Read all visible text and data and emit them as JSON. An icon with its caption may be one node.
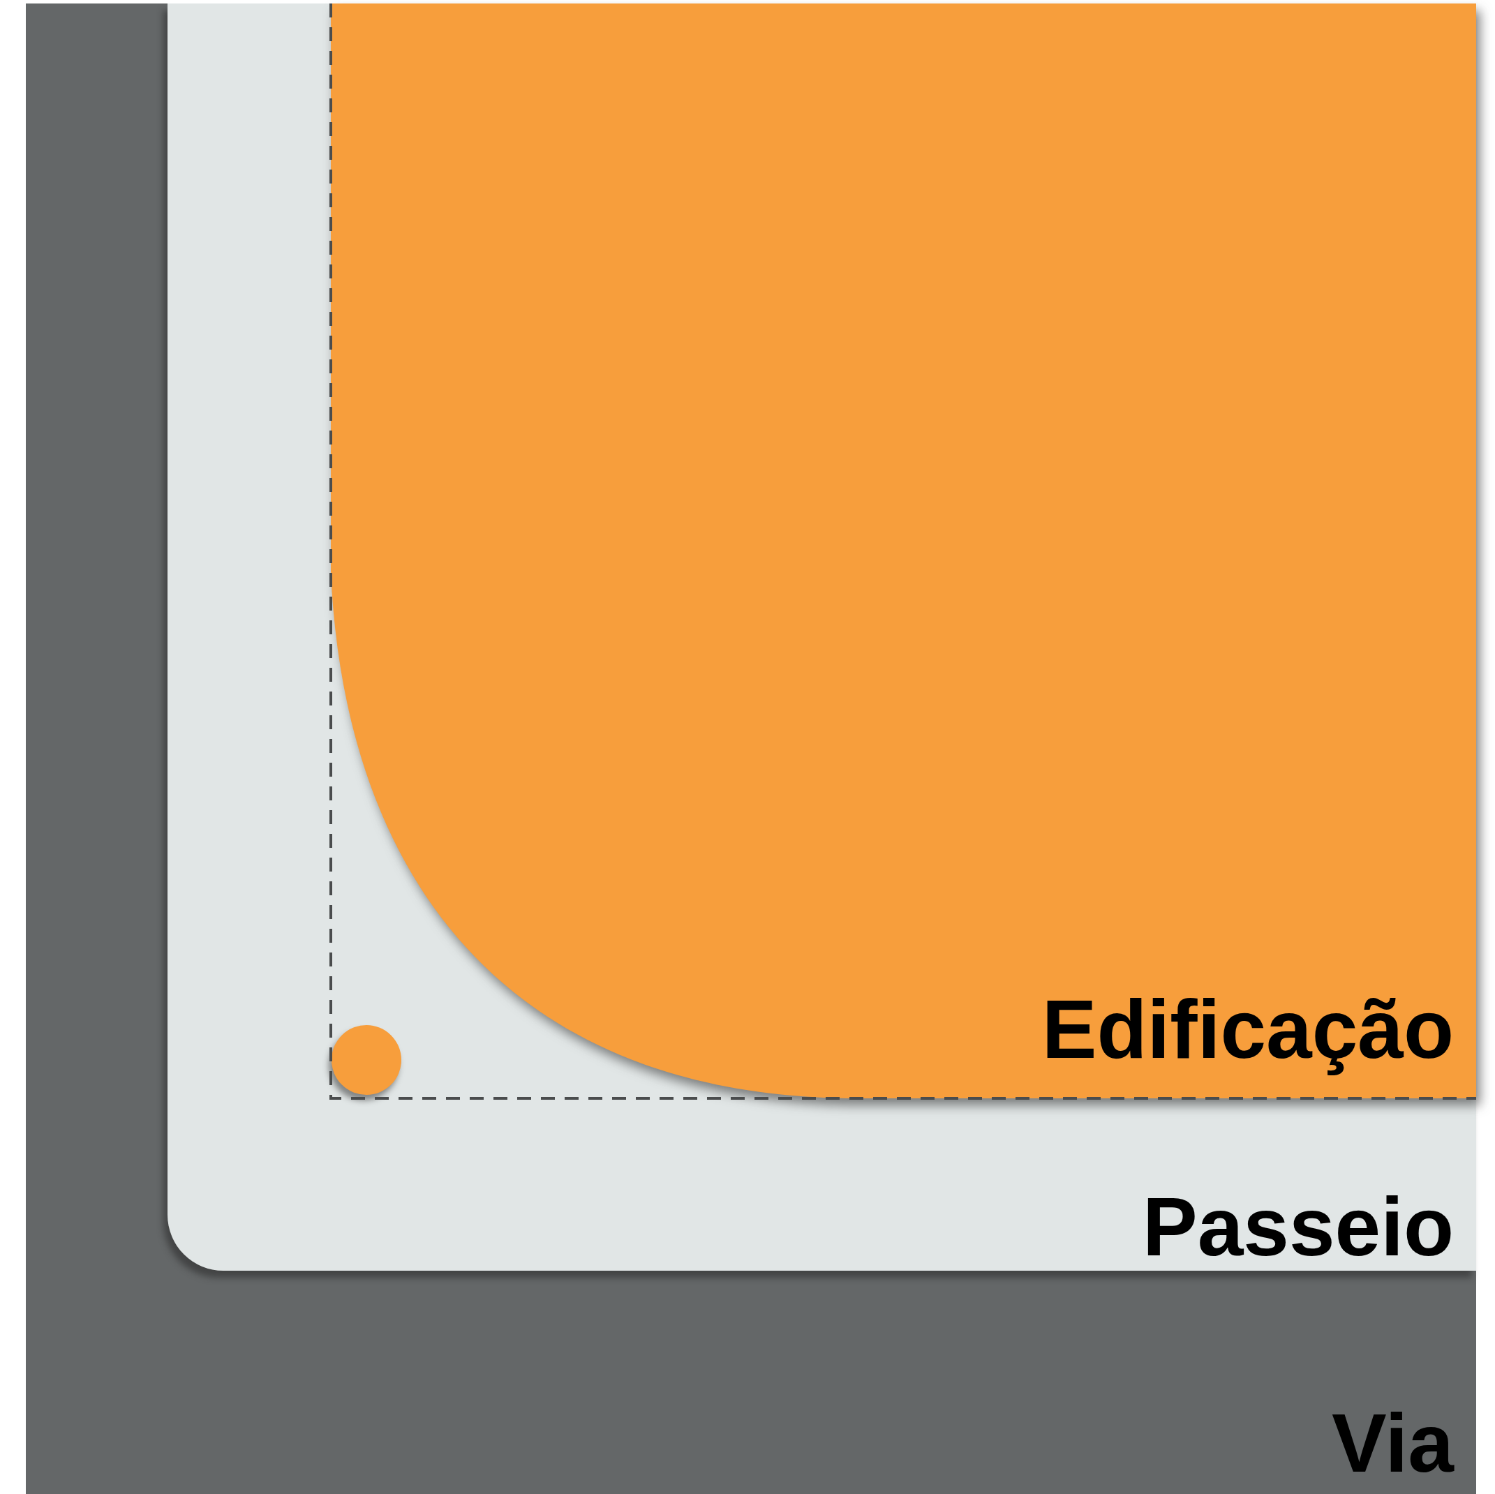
{
  "diagram": {
    "nodes": [
      {
        "text": [
          "Via"
        ]
      },
      {
        "text": [
          "Passeio"
        ],
        "in": 0
      },
      {
        "text": [
          "Edificação"
        ],
        "in": 1
      },
      {
        "text": [],
        "shape": "circle",
        "in": 1
      }
    ]
  }
}
